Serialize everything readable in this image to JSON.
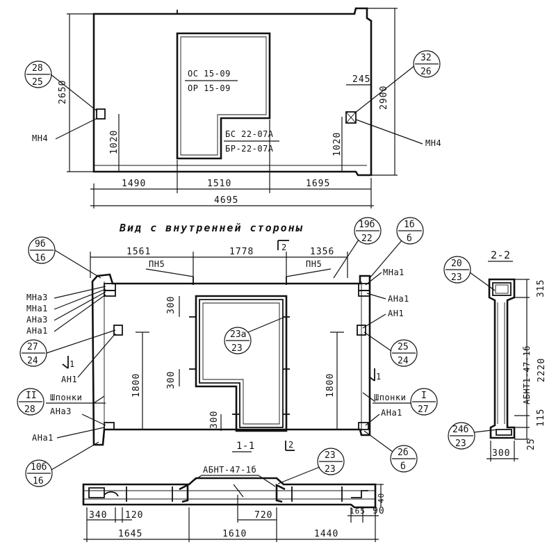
{
  "facade": {
    "panel_marks": [
      "ОС 15-09",
      "ОР 15-09"
    ],
    "door_marks": [
      "БС 22-07А",
      "БР-22-07А"
    ],
    "dims": {
      "height_left": "2650",
      "height_right": "2900",
      "offset_left": "1020",
      "offset_right": "1020",
      "small_right": "245",
      "seg1": "1490",
      "seg2": "1510",
      "seg3": "1695",
      "total": "4695"
    },
    "callout_left": {
      "top": "28",
      "bottom": "25"
    },
    "callout_right": {
      "top": "32",
      "bottom": "26"
    },
    "label_left": "МН4",
    "label_right": "МН4"
  },
  "inner_view": {
    "title": "Вид с внутренней стороны",
    "dims": {
      "seg1": "1561",
      "seg2": "1778",
      "seg3": "1356",
      "h_left": "1800",
      "h_right": "1800",
      "frame1": "300",
      "frame2": "300",
      "frame3": "300"
    },
    "callouts": {
      "tl": {
        "top": "9б",
        "bottom": "16"
      },
      "tr1": {
        "top": "19б",
        "bottom": "22"
      },
      "tr2": {
        "top": "1б",
        "bottom": "б"
      },
      "mid": {
        "top": "23а",
        "bottom": "23"
      },
      "l27": {
        "top": "27",
        "bottom": "24"
      },
      "r25": {
        "top": "25",
        "bottom": "24"
      },
      "lII": {
        "top": "II",
        "bottom": "28"
      },
      "rI": {
        "top": "I",
        "bottom": "27"
      },
      "bl": {
        "top": "10б",
        "bottom": "16"
      },
      "br": {
        "top": "2б",
        "bottom": "б"
      }
    },
    "labels_left": [
      "МНа3",
      "МНа1",
      "АНа3",
      "АНа1"
    ],
    "labels_right": [
      "МНа1",
      "АНа1",
      "АН1"
    ],
    "pn_left": "ПН5",
    "pn_right": "ПН5",
    "an1": "АН1",
    "shponki_left": "Шпонки",
    "shponki_right": "Шпонки",
    "ana3": "АНа3",
    "ana1_left": "АНа1",
    "ana1_right": "АНа1",
    "section_mark_1": "1",
    "section_mark_2": "2"
  },
  "section_1_1": {
    "title": "1-1",
    "mark": "АБНТ-47-1б",
    "callout": {
      "top": "23",
      "bottom": "23"
    },
    "dims": {
      "a": "340",
      "b": "120",
      "c": "720",
      "d": "165",
      "e": "90",
      "f": "40",
      "g": "1645",
      "h": "1610",
      "i": "1440"
    }
  },
  "section_2_2": {
    "title": "2-2",
    "mark": "АБНТ1-47-1б",
    "callout_top": {
      "top": "20",
      "bottom": "23"
    },
    "callout_bottom": {
      "top": "24б",
      "bottom": "23"
    },
    "dims": {
      "a": "315",
      "b": "2220",
      "c": "115",
      "d": "25",
      "e": "300"
    }
  }
}
